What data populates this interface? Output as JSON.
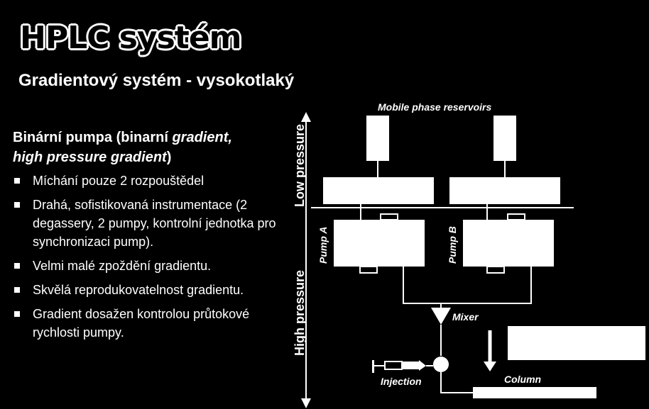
{
  "header": {
    "title": "HPLC systém",
    "subtitle": "Gradientový systém - vysokotlaký"
  },
  "left": {
    "heading_line1_regular": "Binární pumpa (binarní ",
    "heading_line1_italic": "gradient,",
    "heading_line2_italic": "high pressure gradient",
    "heading_line2_regular": ")",
    "bullets": [
      "Míchání pouze 2 rozpouštědel",
      "Drahá, sofistikovaná instrumentace (2 degassery, 2 pumpy, kontrolní jednotka pro synchronizaci pump).",
      "Velmi malé zpoždění gradientu.",
      "Skvělá reprodukovatelnost gradientu.",
      "Gradient dosažen kontrolou průtokové rychlosti pumpy."
    ]
  },
  "diagram": {
    "reservoirs_label": "Mobile phase reservoirs",
    "low_pressure": "Low pressure",
    "high_pressure": "High pressure",
    "pump_a": "Pump A",
    "pump_b": "Pump B",
    "mixer": "Mixer",
    "injection": "Injection",
    "column": "Column"
  }
}
